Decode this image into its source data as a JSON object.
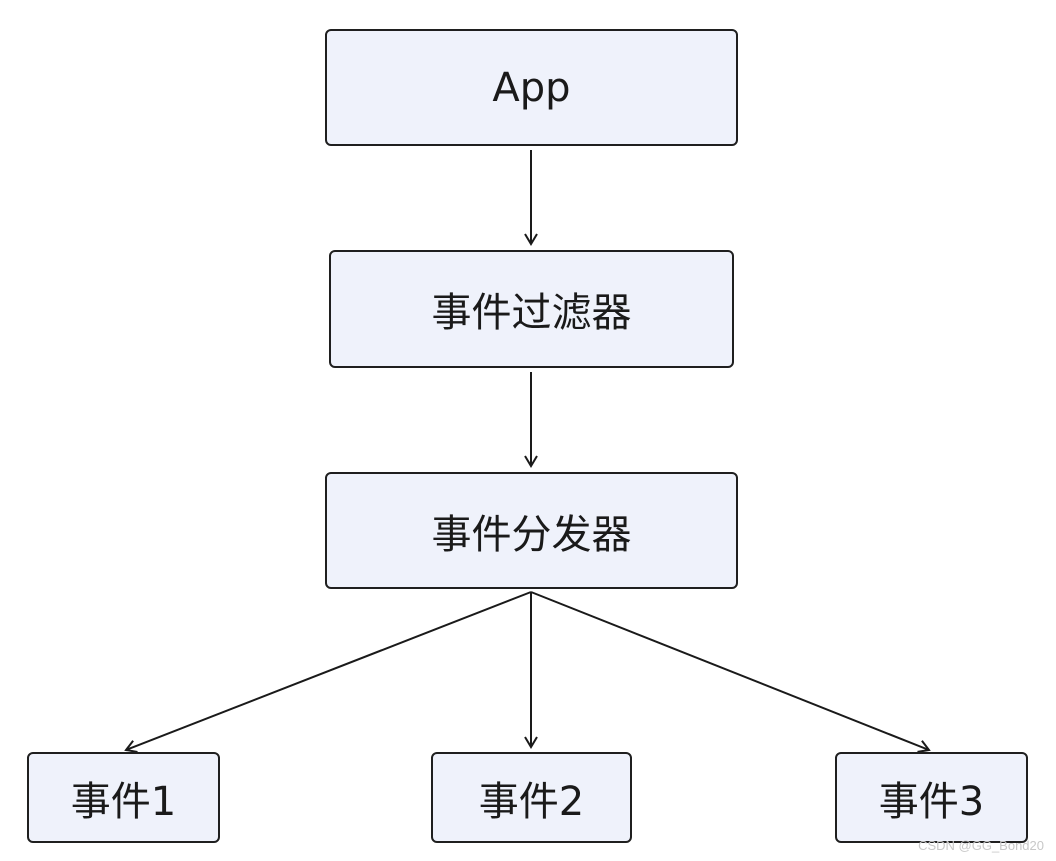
{
  "diagram": {
    "nodes": {
      "app": "App",
      "filter": "事件过滤器",
      "dispatcher": "事件分发器",
      "event1": "事件1",
      "event2": "事件2",
      "event3": "事件3"
    }
  },
  "watermark": "CSDN @GG_Bond20",
  "colors": {
    "node_fill": "#eff2fb",
    "node_border": "#1f1f1f",
    "edge": "#1a1a1a"
  }
}
